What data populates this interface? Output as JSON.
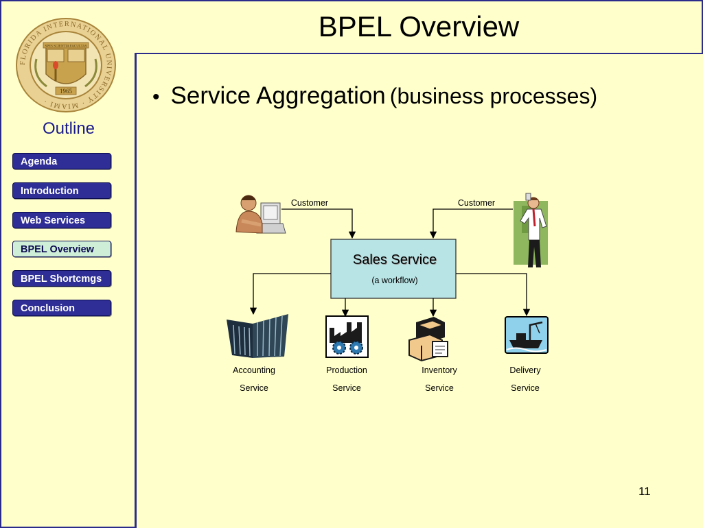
{
  "sidebar": {
    "outline_label": "Outline",
    "items": [
      {
        "label": "Agenda",
        "active": false
      },
      {
        "label": "Introduction",
        "active": false
      },
      {
        "label": "Web Services",
        "active": false
      },
      {
        "label": "BPEL Overview",
        "active": true
      },
      {
        "label": "BPEL Shortcmgs",
        "active": false
      },
      {
        "label": "Conclusion",
        "active": false
      }
    ]
  },
  "seal": {
    "ring_text": "FLORIDA INTERNATIONAL UNIVERSITY · MIAMI ·",
    "banner_text": "SPES SCIENTIA FACULTAS",
    "year": "1965"
  },
  "header": {
    "title": "BPEL Overview"
  },
  "content": {
    "bullet": "•",
    "bullet_text": "Service Aggregation",
    "bullet_subtext": "(business processes)"
  },
  "diagram": {
    "customer_left": "Customer",
    "customer_right": "Customer",
    "sales_service": "Sales Service",
    "sales_subtitle": "(a workflow)",
    "services": [
      {
        "line1": "Accounting",
        "line2": "Service"
      },
      {
        "line1": "Production",
        "line2": "Service"
      },
      {
        "line1": "Inventory",
        "line2": "Service"
      },
      {
        "line1": "Delivery",
        "line2": "Service"
      }
    ]
  },
  "footer": {
    "slide_number": "11"
  },
  "colors": {
    "background": "#ffffcc",
    "border": "#2b2b8c",
    "nav_button": "#2e2e96",
    "nav_active": "#cfeed8",
    "sales_box": "#b9e4e6",
    "seal_gold": "#c9a24e"
  }
}
